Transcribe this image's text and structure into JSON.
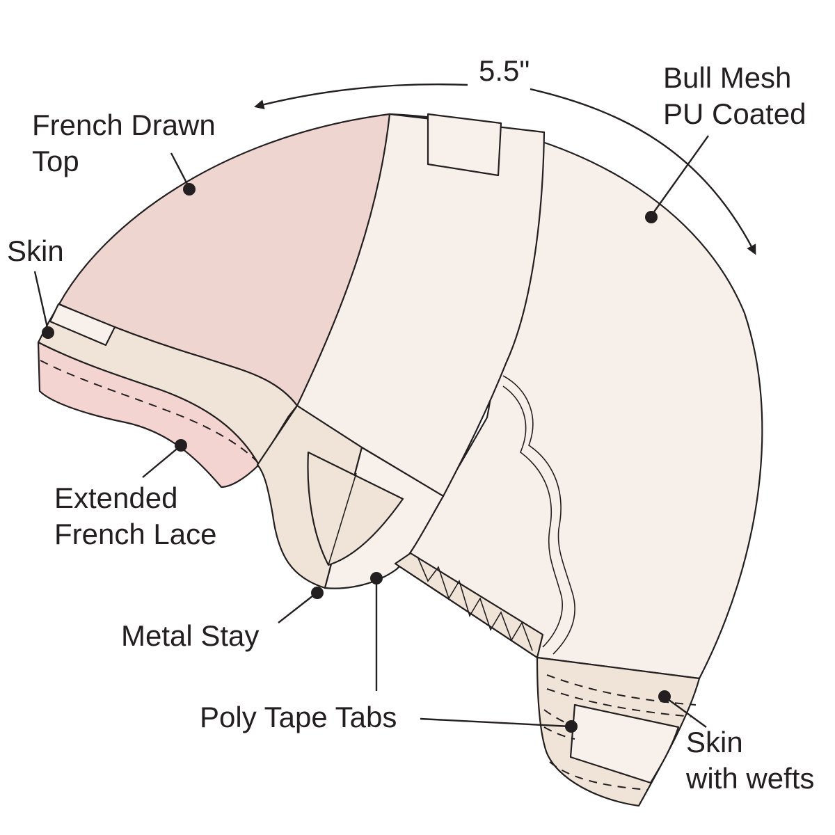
{
  "diagram": {
    "measurement": "5.5\"",
    "labels": {
      "french_drawn_top": [
        "French Drawn",
        "Top"
      ],
      "bull_mesh": [
        "Bull Mesh",
        "PU Coated"
      ],
      "skin": "Skin",
      "extended_french_lace": [
        "Extended",
        "French Lace"
      ],
      "metal_stay": "Metal Stay",
      "poly_tape_tabs": "Poly Tape Tabs",
      "skin_with_wefts": [
        "Skin",
        "with wefts"
      ]
    },
    "colors": {
      "french_drawn_top": "#efd5cf",
      "mesh": "#f7efea",
      "skin": "#efe4d7",
      "extended_lace": "#f3d4d0",
      "tab": "#f8f0ea",
      "outline": "#231f20"
    }
  }
}
